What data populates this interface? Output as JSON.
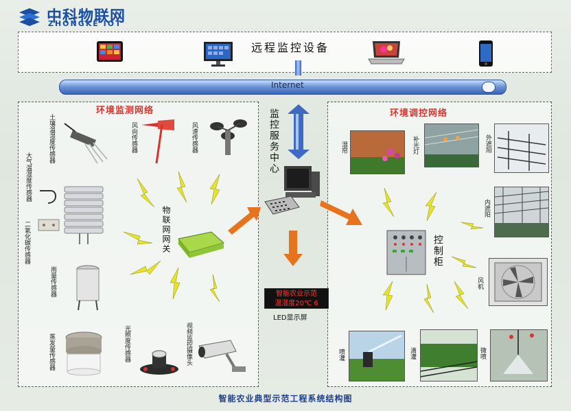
{
  "logo": {
    "cn": "中科物联网",
    "en": "ZHONGKE IOT"
  },
  "remote_title": "远程监控设备",
  "internet_label": "Internet",
  "left_panel": {
    "title": "环境监测网络",
    "sensors": [
      "土壤温湿度传感器",
      "风向传感器",
      "风速传感器",
      "大气温湿度传感器",
      "二氧化碳传感器",
      "雨量传感器",
      "蒸发量传感器",
      "光照度传感器",
      "视频监控摄像头"
    ],
    "gateway": "物联网网关"
  },
  "center": {
    "title": "监控服务中心",
    "led_lines": [
      "智能农业示范",
      "温湿度20℃ 6"
    ],
    "led_caption": "LED显示屏"
  },
  "right_panel": {
    "title": "环境调控网络",
    "devices": [
      "湿帘",
      "补光灯",
      "外遮阳",
      "内遮阳",
      "风机",
      "喷灌",
      "滴灌",
      "微喷"
    ],
    "controller": "控制柜"
  },
  "bottom_title": "智能农业典型示范工程系统结构图",
  "colors": {
    "accent_red": "#e0322c",
    "arrow_orange": "#e8731f",
    "brand_blue": "#1a4ea3",
    "pipe_blue": "#3b63b7"
  }
}
